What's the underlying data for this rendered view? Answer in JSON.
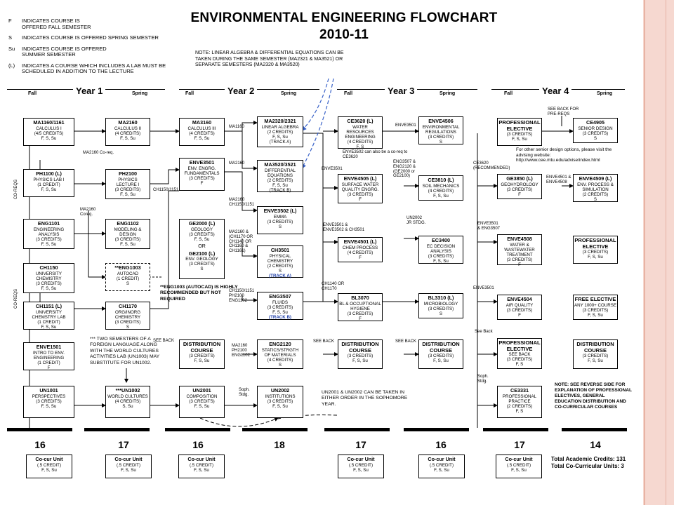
{
  "title": {
    "line1": "ENVIRONMENTAL ENGINEERING FLOWCHART",
    "line2": "2010-11"
  },
  "legend": [
    {
      "key": "F",
      "text": "INDICATES COURSE IS OFFERED FALL SEMESTER"
    },
    {
      "key": "S",
      "text": "INDICATES COURSE IS OFFERED SPRING SEMESTER"
    },
    {
      "key": "Su",
      "text": "INDICATES COURSE IS OFFERED SUMMER SEMESTER"
    },
    {
      "key": "(L)",
      "text": "INDICATES A COURSE WHICH INCLUDES A LAB MUST BE SCHEDULED IN ADDITION TO THE LECTURE"
    }
  ],
  "note_linear": "NOTE: LINEAR ALGEBRA & DIFFERENTIAL EQUATIONS CAN BE TAKEN DURING THE SAME SEMESTER (MA2321 & MA3521) OR SEPARATE SEMESTERS (MA2320 & MA3520)",
  "years": [
    {
      "label": "Year 1",
      "fall": "Fall",
      "spring": "Spring"
    },
    {
      "label": "Year 2",
      "fall": "Fall",
      "spring": "Spring"
    },
    {
      "label": "Year 3",
      "fall": "Fall",
      "spring": "Spring"
    },
    {
      "label": "Year 4",
      "fall": "Fall",
      "spring": "Spring"
    }
  ],
  "courses": {
    "ma1160": {
      "code": "MA1160/1161",
      "lines": [
        "CALCULUS I",
        "(4/5 CREDITS)",
        "F, S, Su"
      ]
    },
    "ph1100": {
      "code": "PH1100 (L)",
      "lines": [
        "PHYSICS LAB I",
        "(1 CREDIT)",
        "F, S, Su"
      ]
    },
    "eng1101": {
      "code": "ENG1101",
      "lines": [
        "ENGINEERING",
        "ANALYSIS",
        "(3 CREDITS)",
        "F, S, Su"
      ]
    },
    "ch1150": {
      "code": "CH1150",
      "lines": [
        "UNIVERSITY",
        "CHEMISTRY",
        "(3 CREDITS)",
        "F, S, Su"
      ]
    },
    "ch1151": {
      "code": "CH1151 (L)",
      "lines": [
        "UNIVERSITY",
        "CHEMSTRY LAB",
        "(1 CREDIT)",
        "F, S, Su"
      ]
    },
    "enve1501": {
      "code": "ENVE1501",
      "lines": [
        "INTRO TO ENV.",
        "ENGINEERING",
        "(1 CREDIT)",
        "F"
      ]
    },
    "un1001": {
      "code": "UN1001",
      "lines": [
        "PERSPECTIVES",
        "(3 CREDITS)",
        "F, S, Su"
      ]
    },
    "ma2160": {
      "code": "MA2160",
      "lines": [
        "CALCULUS II",
        "(4 CREDITS)",
        "F, S, Su"
      ]
    },
    "ph2100": {
      "code": "PH2100",
      "lines": [
        "PHYSICS",
        "LECTURE I",
        "(3 CREDITS)",
        "F, S, Su"
      ]
    },
    "eng1102": {
      "code": "ENG1102",
      "lines": [
        "MODELING &",
        "DESIGN",
        "(3 CREDITS)",
        "F, S, Su"
      ]
    },
    "eng1003": {
      "code": "**ENG1003",
      "lines": [
        "AUTOCAD",
        "(1 CREDIT)",
        "S"
      ]
    },
    "ch1170": {
      "code": "CH1170",
      "lines": [
        "ORG/INORG",
        "CHEMISTRY",
        "(3 CREDITS)",
        "S"
      ]
    },
    "un1002": {
      "code": "***UN1002",
      "lines": [
        "WORLD CULTURES",
        "(4 CREDITS)",
        "S, Su"
      ]
    },
    "ma3160": {
      "code": "MA3160",
      "lines": [
        "CALCULUS III",
        "(4 CREDITS)",
        "F, S, Su"
      ]
    },
    "enve3501": {
      "code": "ENVE3501",
      "lines": [
        "ENV. ENGRG.",
        "FUNDAMENTALS",
        "(3 CREDITS)",
        "F"
      ]
    },
    "ge2000": {
      "code": "GE2000 (L)",
      "lines": [
        "GEOLOGY",
        "(3 CREDITS)",
        "F, S, Su"
      ]
    },
    "or": "OR",
    "ge2100": {
      "code": "GE2100 (L)",
      "lines": [
        "ENV. GEOLOGY",
        "(3 CREDITS)",
        "S"
      ]
    },
    "dist1": {
      "code": "DISTRIBUTION COURSE",
      "lines": [
        "(3 CREDITS)",
        "F, S, Su"
      ]
    },
    "un2001": {
      "code": "UN2001",
      "lines": [
        "COMPOSITION",
        "(3 CREDITS)",
        "F, S, Su"
      ]
    },
    "ma2320": {
      "code": "MA2320/2321",
      "lines": [
        "LINEAR ALGEBRA",
        "(2 CREDITS)",
        "F, S, Su"
      ],
      "track": "(TRACK A)"
    },
    "ma3520": {
      "code": "MA3520/3521",
      "lines": [
        "DIFFERENTIAL",
        "EQUATIONS",
        "(2 CREDITS)",
        "F, S, Su"
      ],
      "track": "(TRACK B)"
    },
    "enve3502": {
      "code": "ENVE3502 (L)",
      "lines": [
        "EMMA",
        "(3 CREDITS)",
        "S"
      ]
    },
    "ch3501": {
      "code": "CH3501",
      "lines": [
        "PHYSICAL",
        "CHEMISTRY",
        "(2 CREDITS)",
        "S"
      ],
      "track": "(TRACK A)"
    },
    "eng3507": {
      "code": "ENG3507",
      "lines": [
        "FLUIDS",
        "(3 CREDITS)",
        "F, S, Su"
      ],
      "track": "(TRACK B)"
    },
    "eng2120": {
      "code": "ENG2120",
      "lines": [
        "STATICS/STRGTH",
        "OF MATERIALS",
        "(4 CREDITS)",
        "S"
      ]
    },
    "un2002": {
      "code": "UN2002",
      "lines": [
        "INSTITUTIONS",
        "(3 CREDITS)",
        "F, S, Su"
      ]
    },
    "ce3620": {
      "code": "CE3620 (L)",
      "lines": [
        "WATER",
        "RESOURCES",
        "ENGINEERING",
        "(4 CREDITS)",
        "F, S"
      ]
    },
    "enve4505": {
      "code": "ENVE4505 (L)",
      "lines": [
        "SURFACE WATER",
        "QUALITY ENGRG.",
        "(3 CREDITS)",
        "F"
      ]
    },
    "enve4501": {
      "code": "ENVE4501 (L)",
      "lines": [
        "CHEM PROCESS",
        "(4 CREDITS)",
        "F"
      ]
    },
    "bl3070": {
      "code": "BL3070",
      "lines": [
        "BL & OCCUPTIONAL",
        "HYGIENE",
        "(3 CREDITS)",
        "F"
      ]
    },
    "dist2": {
      "code": "DISTRIBUTION COURSE",
      "lines": [
        "(3 CREDITS)",
        "F, S, Su"
      ]
    },
    "enve4506": {
      "code": "ENVE4506",
      "lines": [
        "ENVIRONMENTAL",
        "REGULATIONS",
        "(3 CREDITS)",
        "S"
      ]
    },
    "ce3810": {
      "code": "CE3810 (L)",
      "lines": [
        "SOIL MECHANICS",
        "(4 CREDITS)",
        "F, S, Su"
      ]
    },
    "ec3400": {
      "code": "EC3400",
      "lines": [
        "EC DECISION",
        "ANALYSIS",
        "(3 CREDITS)",
        "F, S, Su"
      ]
    },
    "bl3310": {
      "code": "BL3310 (L)",
      "lines": [
        "MICROBIOLOGY",
        "(3 CREDITS)",
        "S"
      ]
    },
    "dist3": {
      "code": "DISTRIBUTION COURSE",
      "lines": [
        "(3 CREDITS)",
        "F, S, Su"
      ]
    },
    "prof1": {
      "code": "PROFESSIONAL ELECTIVE",
      "lines": [
        "(3 CREDITS)",
        "F, S, Su"
      ]
    },
    "ge3850": {
      "code": "GE3850 (L)",
      "lines": [
        "GEOHYDROLOGY",
        "(3 CREDITS)",
        "F"
      ]
    },
    "enve4508": {
      "code": "ENVE4508",
      "lines": [
        "WATER &",
        "WASTEWATER",
        "TREATMENT",
        "(3 CREDITS)",
        "F"
      ]
    },
    "enve4504": {
      "code": "ENVE4504",
      "lines": [
        "AIR QUALITY",
        "(3 CREDITS)",
        "F"
      ]
    },
    "prof2": {
      "code": "PROFESSIONAL ELECTIVE",
      "lines": [
        "SEE BACK",
        "(3 CREDITS)",
        "F, S"
      ]
    },
    "ce3331": {
      "code": "CE3331",
      "lines": [
        "PROFESSIONAL",
        "PRACTICE",
        "(2 CREDITS)",
        "F, S"
      ]
    },
    "ce4905": {
      "code": "CE4905",
      "lines": [
        "SENIOR DESIGN",
        "(3 CREDITS)",
        "S"
      ]
    },
    "enve4509": {
      "code": "ENVE4509 (L)",
      "lines": [
        "ENV. PROCESS &",
        "SIMULATION",
        "(2 CREDITS)",
        "S"
      ]
    },
    "prof3": {
      "code": "PROFESSIONAL ELECTIVE",
      "lines": [
        "(3 CREDITS)",
        "F, S, Su"
      ]
    },
    "free": {
      "code": "FREE ELECTIVE",
      "lines": [
        "ANY 1000+ COURSE",
        "(3 CREDITS)",
        "F, S, Su"
      ]
    },
    "dist4": {
      "code": "DISTRIBUTION COURSE",
      "lines": [
        "(3 CREDITS)",
        "F, S, Su"
      ]
    }
  },
  "cocur": {
    "code": "Co-cur Unit",
    "credit": "(.5 CREDIT)",
    "sem": "F, S, Su"
  },
  "semester_totals": [
    "16",
    "17",
    "16",
    "18",
    "17",
    "16",
    "17",
    "14"
  ],
  "totals": {
    "academic": "Total Academic Credits: 131",
    "cocurricular": "Total Co-Curricular Units: 3"
  },
  "notes": {
    "autocad": "**ENG1003 (AUTOCAD) IS HIGHLY RECOMMENDED BUT NOT REQUIRED",
    "language": "*** TWO SEMESTERS OF A FOREIGN LANGUAGE ALONG WITH THE WORLD CULTURES ACTIVITIES LAB (UN1003) MAY SUBSTITUTE FOR UN1002.",
    "un_order": "UN2001 & UN2002 CAN BE TAKEN IN EITHER ORDER IN THE SOPHOMORE YEAR.",
    "see_back_prereqs": "SEE BACK FOR PRE-REQS",
    "senior_design": "For other senior design options, please visit the advising website: http://www.cee.mtu.edu/advise/index.html",
    "reverse": "NOTE: SEE REVERSE SIDE FOR EXPLANATION OF PROFESSIONAL ELECTIVES, GENERAL EDUCATION DISTRIBUTION AND CO-CURRICULAR COURSES",
    "coreq": "ENVE3502 can also be a co-req to CE3620"
  },
  "prereq_labels": {
    "coreqs1": "CO-REQS",
    "coreqs2": "CO-REQS",
    "ma2160coreq": "MA2160 Co-req.",
    "ma2160coreq2": "MA2160 Coreq.",
    "ma1160": "MA1160",
    "ma2160a": "MA2160",
    "ch1150": "CH1150/1151",
    "ma2160b": "MA2160 CH1150/1151",
    "ma2160c": "MA2160 & (CH1170 OR CH1140 OR CH1160 & CH1161)",
    "ch1150b": "CH1150/1151 PH2100 ENG1102",
    "ma2160d": "MA2160 PH2100 ENG1102",
    "see_back1": "SEE BACK",
    "soph1": "Soph. Stdg.",
    "enve3501a": "ENVE3501",
    "enve3501b": "ENVE3501 & ENVE3502 & CH3501",
    "ch1140": "CH1140 OR CH1170",
    "see_back2": "SEE BACK",
    "enve3501c": "ENVE3501",
    "eng3507": "ENG3507 & ENG2120 & (GE2000 or GE2100)",
    "un2002jr": "UN2002 JR STDG.",
    "see_back3": "SEE BACK",
    "ce3620rec": "CE3620 (RECOMMENDED)",
    "enve3501d": "ENVE3501 & ENG3507",
    "enve3501e": "ENVE3501",
    "see_back4": "See Back",
    "soph2": "Soph. Stdg.",
    "enve4501": "ENVE4501 & ENVE4508"
  }
}
